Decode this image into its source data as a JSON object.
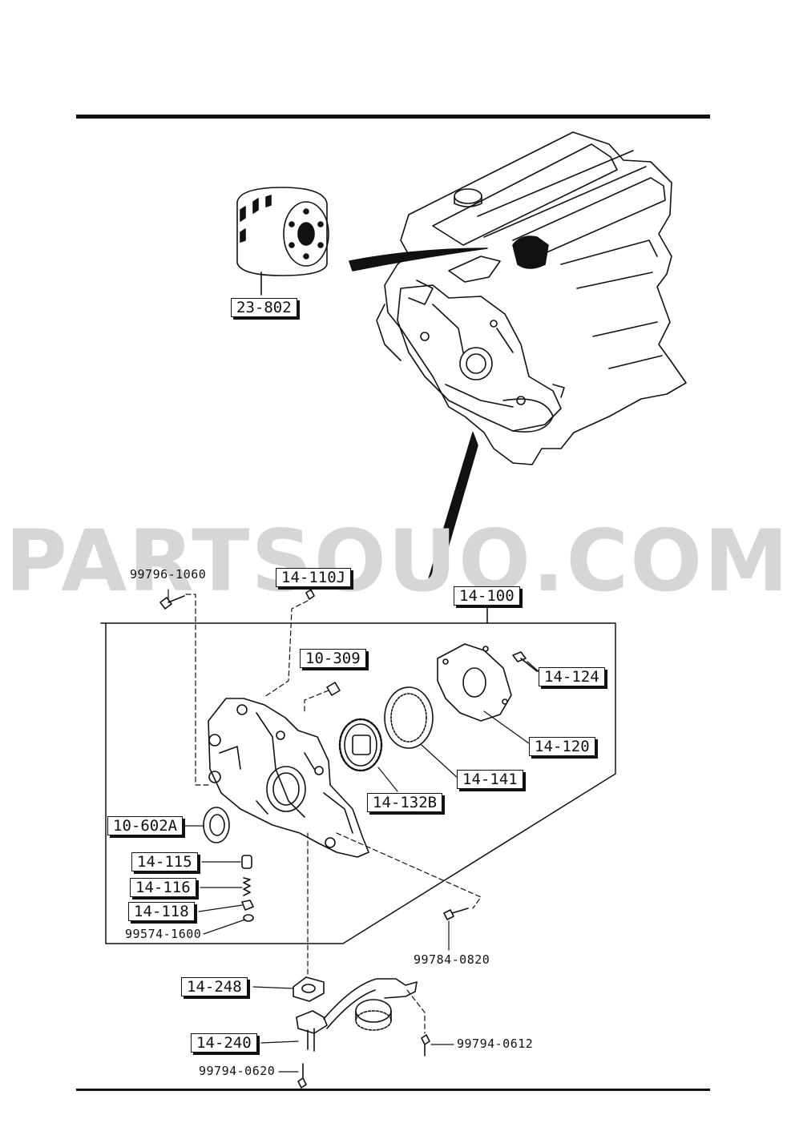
{
  "watermark": "PARTSOUQ.COM",
  "parts": {
    "oil_filter": "23-802",
    "oil_pump_assy": "14-100",
    "gasket_14110j": "14-110J",
    "dowel_10309": "10-309",
    "bolt_14124": "14-124",
    "cover_14120": "14-120",
    "outer_rotor_14141": "14-141",
    "inner_rotor_14132b": "14-132B",
    "oil_seal_10602a": "10-602A",
    "plunger_14115": "14-115",
    "spring_14116": "14-116",
    "plug_14118": "14-118",
    "gasket_14248": "14-248",
    "strainer_14240": "14-240"
  },
  "fasteners": {
    "bolt_99796_1060": "99796-1060",
    "washer_99574_1600": "99574-1600",
    "bolt_99784_0820": "99784-0820",
    "bolt_99794_0612": "99794-0612",
    "bolt_99794_0620": "99794-0620"
  },
  "colors": {
    "ink": "#111111",
    "paper": "#ffffff",
    "watermark": "#d6d6d6"
  }
}
